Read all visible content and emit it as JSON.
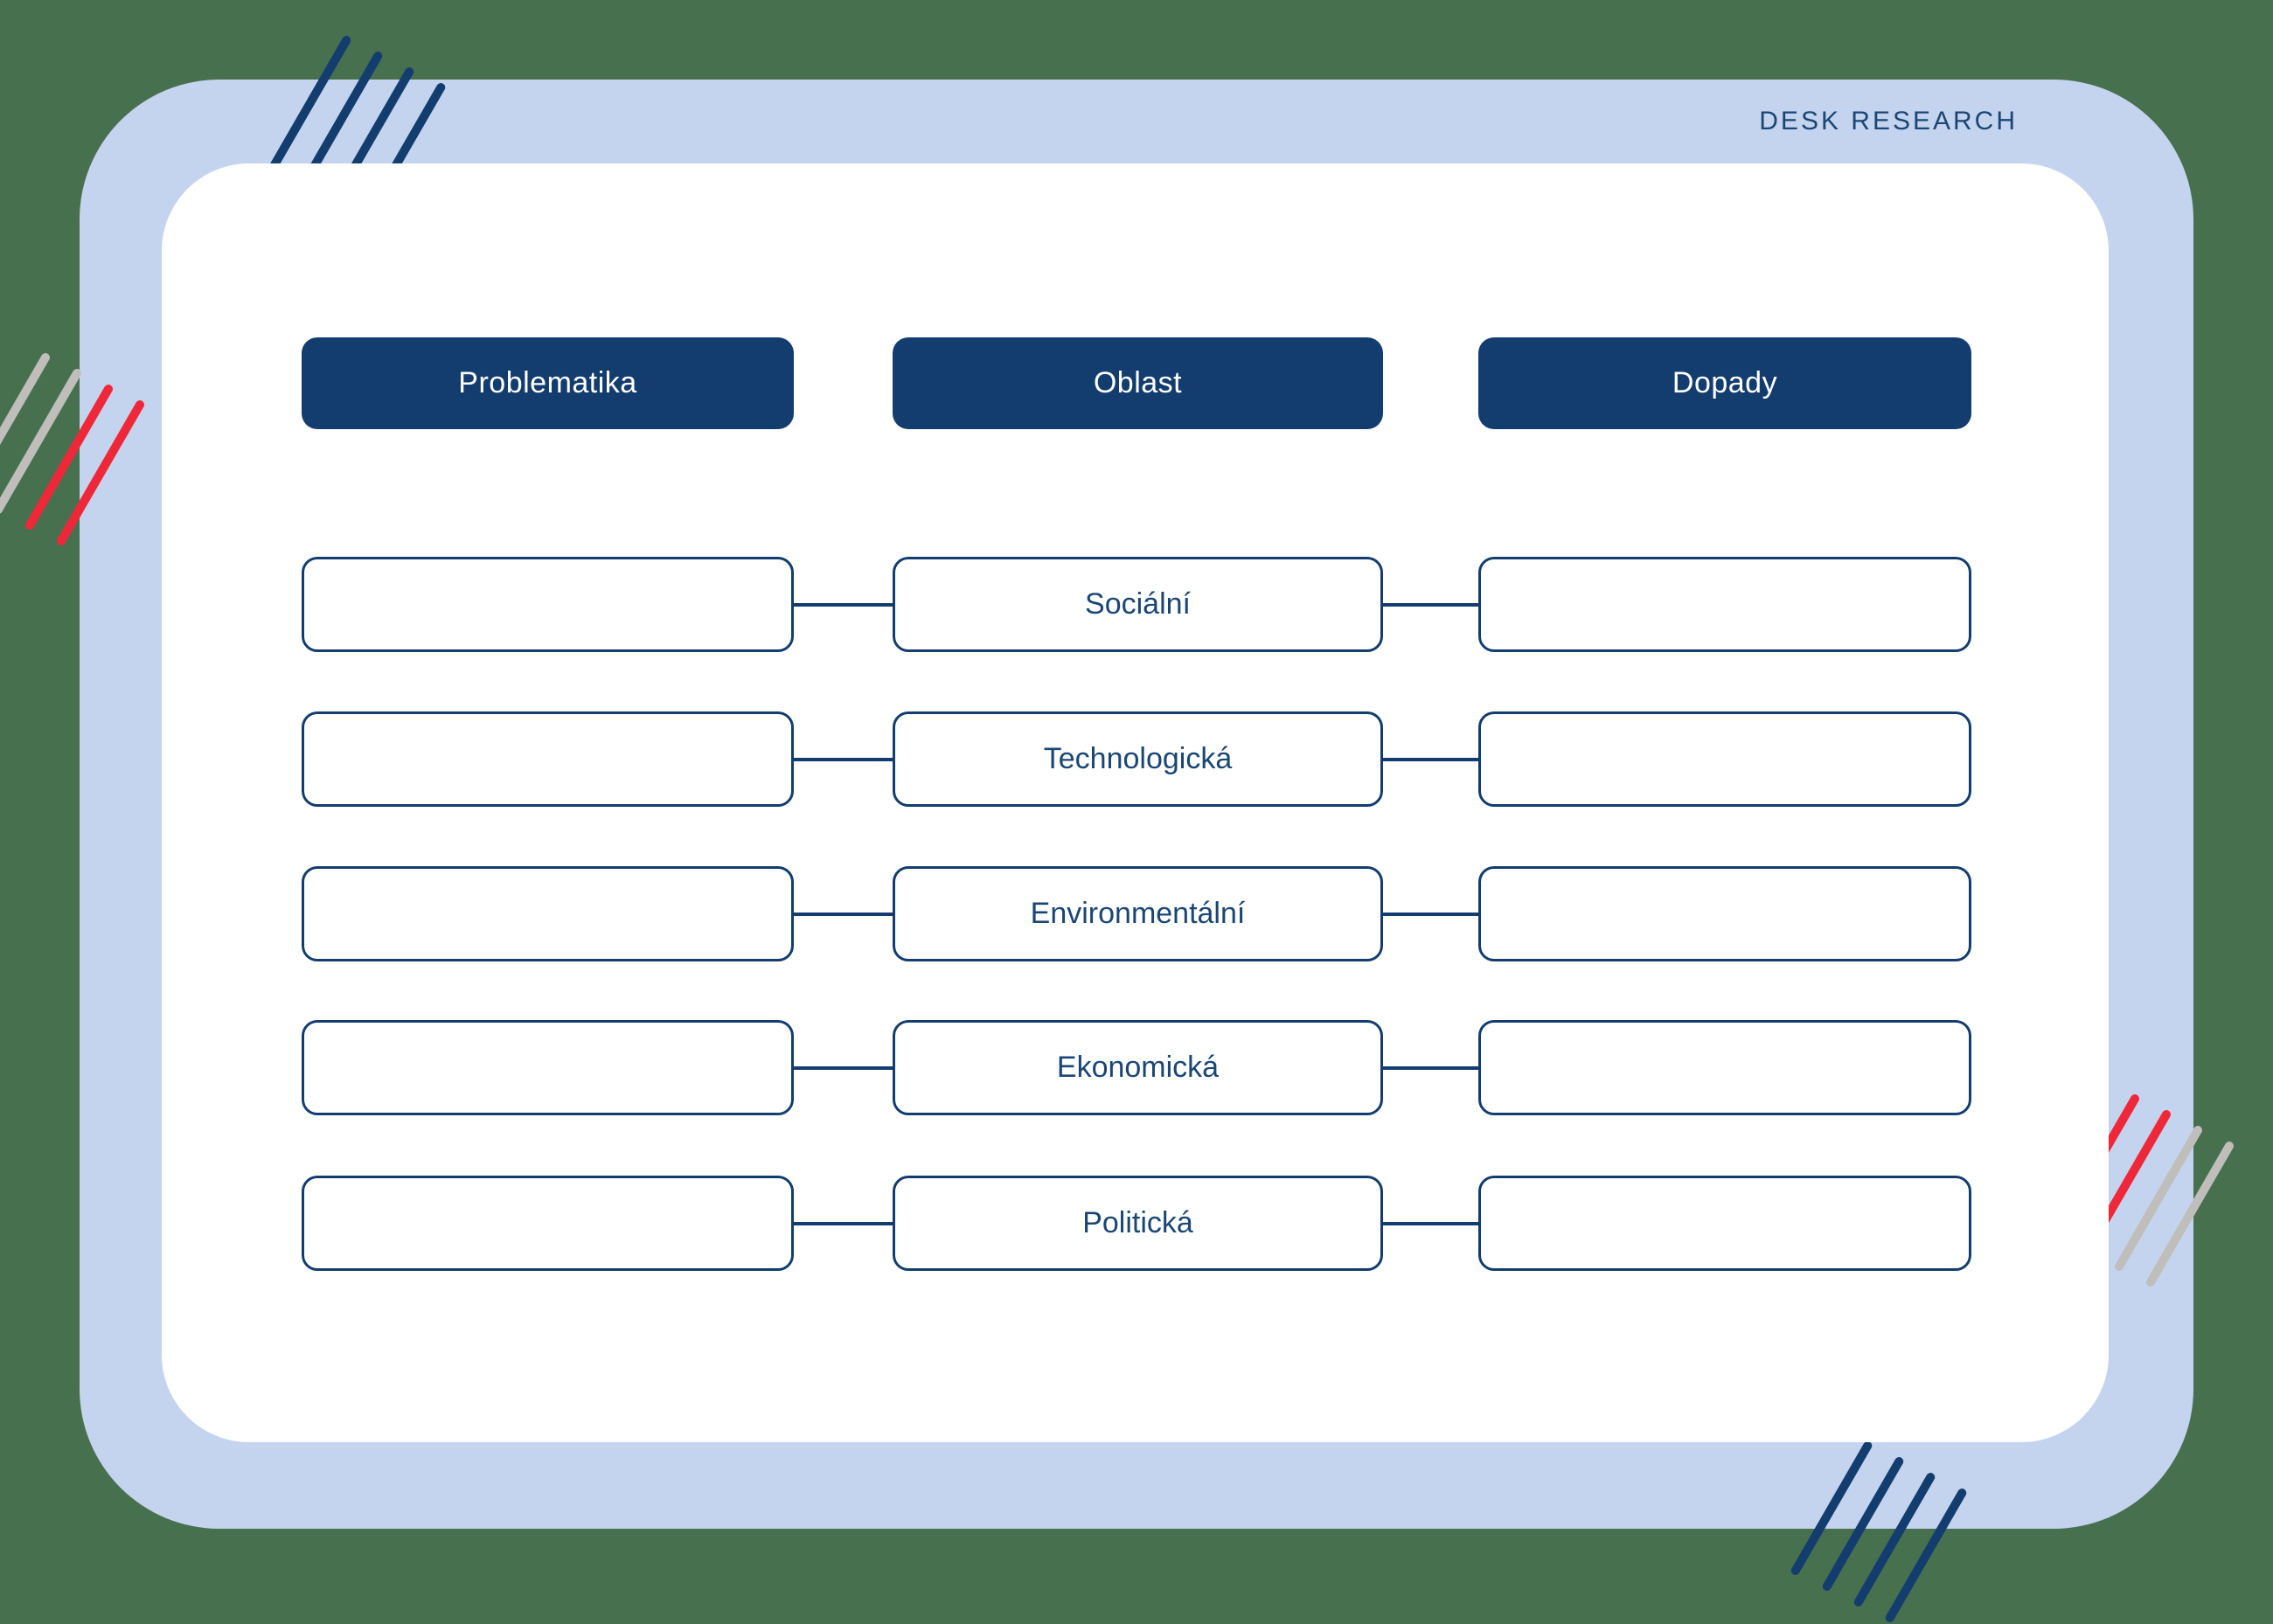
{
  "header": {
    "page_label": "DESK RESEARCH"
  },
  "columns": [
    {
      "label": "Problematika"
    },
    {
      "label": "Oblast"
    },
    {
      "label": "Dopady"
    }
  ],
  "rows": [
    {
      "oblast_label": "Sociální",
      "problematika_value": "",
      "dopady_value": ""
    },
    {
      "oblast_label": "Technologická",
      "problematika_value": "",
      "dopady_value": ""
    },
    {
      "oblast_label": "Environmentální",
      "problematika_value": "",
      "dopady_value": ""
    },
    {
      "oblast_label": "Ekonomická",
      "problematika_value": "",
      "dopady_value": ""
    },
    {
      "oblast_label": "Politická",
      "problematika_value": "",
      "dopady_value": ""
    }
  ],
  "colors": {
    "bg-green": "#47704F",
    "panel-blue": "#C5D4EE",
    "panel-white": "#FFFFFF",
    "navy": "#133D6E",
    "text-navy": "#1B4674",
    "stripe-red": "#EE2839",
    "stripe-gray": "#C0BEBA"
  }
}
